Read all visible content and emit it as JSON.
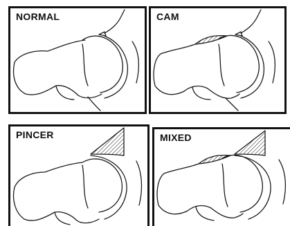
{
  "panels": [
    {
      "id": "normal",
      "label": "NORMAL"
    },
    {
      "id": "cam",
      "label": "CAM"
    },
    {
      "id": "pincer",
      "label": "PINCER"
    },
    {
      "id": "mixed",
      "label": "MIXED"
    }
  ],
  "colors": {
    "line": "#1a1a1a",
    "background": "#ffffff",
    "border": "#111111"
  }
}
